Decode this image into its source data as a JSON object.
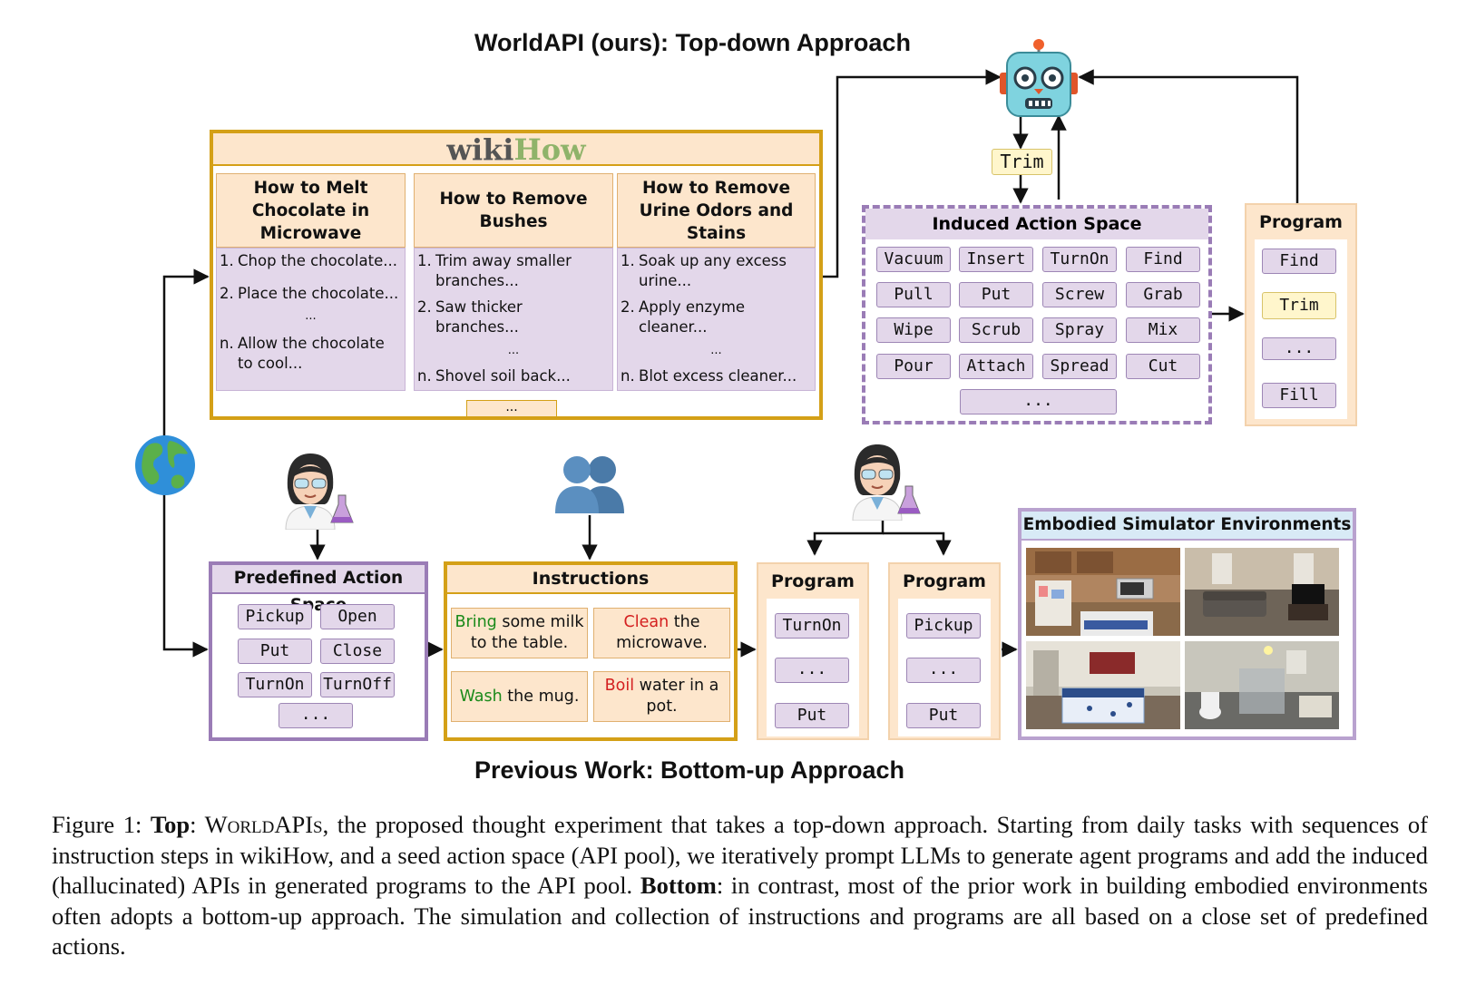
{
  "top_title": "WorldAPI (ours): Top-down Approach",
  "bottom_title": "Previous Work: Bottom-up Approach",
  "wikihow": {
    "logo_wiki": "wiki",
    "logo_how": "How",
    "more": "...",
    "articles": [
      {
        "title": "How to Melt Chocolate in Microwave",
        "steps": [
          {
            "num": "1.",
            "text": "Chop the chocolate..."
          },
          {
            "num": "2.",
            "text": "Place the chocolate..."
          },
          {
            "num": "",
            "text": "..."
          },
          {
            "num": "n.",
            "text": "Allow the chocolate to cool..."
          }
        ]
      },
      {
        "title": "How to Remove Bushes",
        "steps": [
          {
            "num": "1.",
            "text": "Trim away smaller branches..."
          },
          {
            "num": "2.",
            "text": "Saw thicker branches..."
          },
          {
            "num": "",
            "text": "..."
          },
          {
            "num": "n.",
            "text": "Shovel soil back..."
          }
        ]
      },
      {
        "title": "How to Remove Urine Odors and Stains",
        "steps": [
          {
            "num": "1.",
            "text": "Soak up any excess urine..."
          },
          {
            "num": "2.",
            "text": "Apply enzyme cleaner..."
          },
          {
            "num": "",
            "text": "..."
          },
          {
            "num": "n.",
            "text": "Blot excess cleaner..."
          }
        ]
      }
    ]
  },
  "trim_label": "Trim",
  "induced_action_space": {
    "title": "Induced Action Space",
    "actions": [
      "Vacuum",
      "Insert",
      "TurnOn",
      "Find",
      "Pull",
      "Put",
      "Screw",
      "Grab",
      "Wipe",
      "Scrub",
      "Spray",
      "Mix",
      "Pour",
      "Attach",
      "Spread",
      "Cut"
    ],
    "more": "..."
  },
  "top_program": {
    "title": "Program",
    "steps": [
      "Find",
      "Trim",
      "...",
      "Fill"
    ]
  },
  "predefined_action_space": {
    "title": "Predefined Action Space",
    "actions": [
      "Pickup",
      "Open",
      "Put",
      "Close",
      "TurnOn",
      "TurnOff"
    ],
    "more": "..."
  },
  "instructions": {
    "title": "Instructions",
    "items": [
      {
        "verb": "Bring",
        "rest": " some milk to the table.",
        "verb_color": "green"
      },
      {
        "verb": "Clean",
        "rest": " the microwave.",
        "verb_color": "red"
      },
      {
        "verb": "Wash",
        "rest": " the mug.",
        "verb_color": "green"
      },
      {
        "verb": "Boil",
        "rest": " water in a pot.",
        "verb_color": "red"
      }
    ]
  },
  "bottom_programs": [
    {
      "title": "Program",
      "steps": [
        "TurnOn",
        "...",
        "Put"
      ]
    },
    {
      "title": "Program",
      "steps": [
        "Pickup",
        "...",
        "Put"
      ]
    }
  ],
  "embodied": {
    "title": "Embodied Simulator Environments"
  },
  "icons": [
    "robot-icon",
    "globe-icon",
    "scientist-icon",
    "people-icon"
  ],
  "caption": {
    "label": "Figure 1: ",
    "top_bold": "Top",
    "part1a": ": ",
    "worldapis_W": "W",
    "worldapis_rest": "orld",
    "worldapis_API": "API",
    "worldapis_s": "s",
    "part1b": ", the proposed thought experiment that takes a top-down approach. Starting from daily tasks with sequences of instruction steps in wikiHow, and a seed action space (API pool), we iteratively prompt LLMs to generate agent programs and add the induced (hallucinated) APIs in generated programs to the API pool. ",
    "bottom_bold": "Bottom",
    "part2": ": in contrast, most of the prior work in building embodied environments often adopts a bottom-up approach. The simulation and collection of instructions and programs are all based on a close set of predefined actions."
  }
}
